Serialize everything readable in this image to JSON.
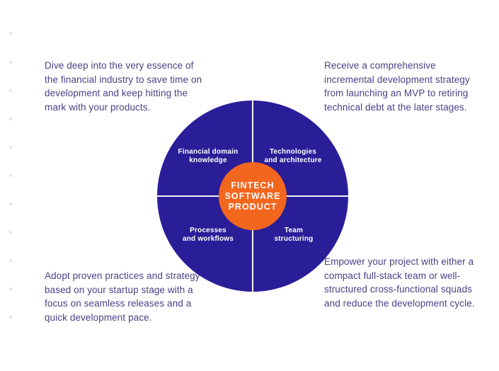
{
  "colors": {
    "wheel_blue": "#2A1E98",
    "center_orange": "#F3661E",
    "body_text": "#474285",
    "label_text": "#FFFFFF",
    "dot_gray": "#E3E2EA",
    "background": "#FFFFFF",
    "divider": "#FFFFFF"
  },
  "decoration": {
    "dot_count": 11
  },
  "diagram": {
    "center": {
      "lines": [
        "FINTECH",
        "SOFTWARE",
        "PRODUCT"
      ]
    },
    "quadrants": [
      {
        "name": "financial-domain-knowledge",
        "lines": [
          "Financial domain",
          "knowledge"
        ]
      },
      {
        "name": "technologies-and-architecture",
        "lines": [
          "Technologies",
          "and architecture"
        ]
      },
      {
        "name": "processes-and-workflows",
        "lines": [
          "Processes",
          "and workflows"
        ]
      },
      {
        "name": "team-structuring",
        "lines": [
          "Team",
          "structuring"
        ]
      }
    ]
  },
  "callouts": [
    {
      "position": "top-left",
      "lines": [
        "Dive deep into the very essence of",
        "the financial industry to save time on",
        "development and keep hitting the",
        "mark with your products."
      ]
    },
    {
      "position": "top-right",
      "lines": [
        "Receive a comprehensive",
        "incremental development strategy",
        "from launching an MVP to retiring",
        "technical debt at the later stages."
      ]
    },
    {
      "position": "bottom-left",
      "lines": [
        "Adopt proven practices and strategy",
        "based on your startup stage with a",
        "focus on seamless releases and a",
        "quick development pace."
      ]
    },
    {
      "position": "bottom-right",
      "lines": [
        "Empower your project with either a",
        "compact full-stack team or well-",
        "structured cross-functional squads",
        "and reduce the development cycle."
      ]
    }
  ]
}
